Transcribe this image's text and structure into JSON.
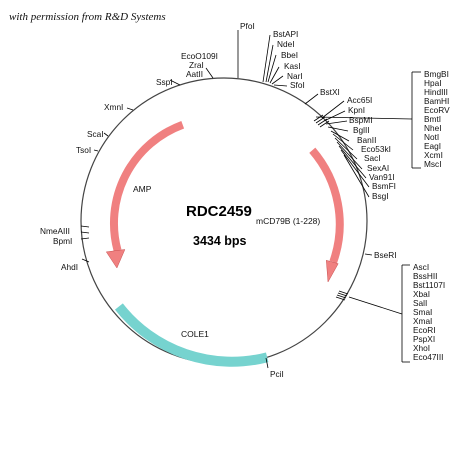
{
  "permission_note": "with permission from R&D Systems",
  "plasmid": {
    "name": "RDC2459",
    "size": "3434 bps"
  },
  "features": {
    "amp": {
      "label": "AMP",
      "color": "#e8706f"
    },
    "insert": {
      "label": "mCD79B (1-228)",
      "color": "#e8706f"
    },
    "cole1": {
      "label": "COLE1",
      "color": "#76d3cf"
    }
  },
  "sites": {
    "top": [
      "PfoI",
      "EcoO109I",
      "ZraI",
      "AatII",
      "SspI",
      "XmnI",
      "ScaI",
      "TsoI"
    ],
    "stack1": [
      "BstAPI",
      "NdeI",
      "BbeI",
      "KasI",
      "NarI",
      "SfoI"
    ],
    "bstxi": "BstXI",
    "stack2": [
      "Acc65I",
      "KpnI",
      "BspMI",
      "BglII",
      "BanII",
      "Eco53kI",
      "SacI",
      "SexAI",
      "Van91I",
      "BsmFI",
      "BsgI"
    ],
    "box1": [
      "BmgBI",
      "HpaI",
      "HindIII",
      "BamHI",
      "EcoRV",
      "BmtI",
      "NheI",
      "NotI",
      "EagI",
      "XcmI",
      "MscI"
    ],
    "bseri": "BseRI",
    "box2": [
      "AscI",
      "BssHII",
      "Bst1107I",
      "XbaI",
      "SalI",
      "SmaI",
      "XmaI",
      "EcoRI",
      "PspXI",
      "XhoI",
      "Eco47III"
    ],
    "left": [
      "NmeAIII",
      "BpmI",
      "AhdI"
    ],
    "pcii": "PciI"
  }
}
